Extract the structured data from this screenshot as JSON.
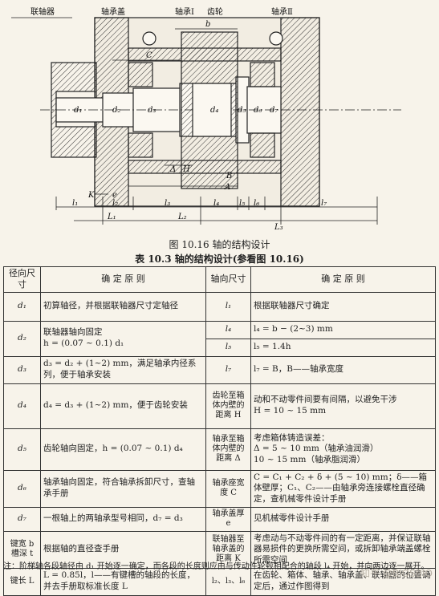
{
  "figure": {
    "labels": {
      "coupling": "联轴器",
      "bearing_cap": "轴承盖",
      "shaft1": "轴承Ⅰ",
      "gear": "齿轮",
      "shaft2": "轴承Ⅱ",
      "b": "b",
      "C": "C",
      "d1": "d₁",
      "d2": "d₂",
      "d3": "d₃",
      "d4": "d₄",
      "d5": "d₅",
      "d6": "d₆",
      "d7": "d₇",
      "Delta": "Δ",
      "H": "H",
      "B": "B",
      "A": "A",
      "K": "K",
      "e": "e",
      "l1": "l₁",
      "l2": "l₂",
      "l3": "l₃",
      "l4": "l₄",
      "l5": "l₅",
      "l6": "l₆",
      "l7": "l₇",
      "L1": "L₁",
      "L2": "L₂",
      "L3": "L₃"
    },
    "caption": "图 10.16   轴的结构设计"
  },
  "table": {
    "caption": "表 10.3   轴的结构设计(参看图 10.16)",
    "headers": [
      "径向尺寸",
      "确   定   原   则",
      "轴向尺寸",
      "确   定   原   则"
    ],
    "rows": [
      {
        "sym1": "d₁",
        "rule1": "初算轴径，并根据联轴器尺寸定轴径",
        "sym2": "l₁",
        "rule2": "根据联轴器尺寸确定"
      },
      {
        "sym1": "d₂",
        "rule1": "联轴器轴向固定\nh = (0.07 ~ 0.1) d₁",
        "sym2": "l₄",
        "rule2": "l₄ = b − (2~3) mm"
      },
      {
        "sym2": "l₅",
        "rule2": "l₅ = 1.4h"
      },
      {
        "sym1": "d₃",
        "rule1": "d₃ = d₂ + (1~2) mm，满足轴承内径系列，便于轴承安装",
        "sym2": "l₇",
        "rule2": "l₇ = B，B——轴承宽度"
      },
      {
        "sym1": "d₄",
        "rule1": "d₄ = d₃ + (1~2) mm，便于齿轮安装",
        "sym2": "齿轮至箱体内壁的距离 H",
        "rule2": "动和不动零件间要有间隔，以避免干涉\nH = 10 ~ 15 mm"
      },
      {
        "sym1": "d₅",
        "rule1": "齿轮轴向固定，h = (0.07 ~ 0.1) d₄",
        "sym2": "轴承至箱体内壁的距离 Δ",
        "rule2": "考虑箱体铸造误差：\nΔ = 5 ~ 10 mm（轴承油润滑）\n     10 ~ 15 mm（轴承脂润滑）"
      },
      {
        "sym1": "d₆",
        "rule1": "轴承轴向固定，符合轴承拆卸尺寸，查轴承手册",
        "sym2": "轴承座宽度 C",
        "rule2": "C = C₁ + C₂ + δ + (5 ~ 10) mm；δ——箱体壁厚；C₁、C₂——由轴承旁连接螺栓直径确定，查机械零件设计手册"
      },
      {
        "sym1": "d₇",
        "rule1": "一根轴上的两轴承型号相同，d₇ = d₃",
        "sym2": "轴承盖厚 e",
        "rule2": "见机械零件设计手册"
      },
      {
        "sym1": "键宽 b\n槽深 t",
        "rule1": "根据轴的直径查手册",
        "sym2": "联轴器至轴承盖的距离 K",
        "rule2": "考虑动与不动零件间的有一定距离，并保证联轴器易损件的更换所需空间，或拆卸轴承端盖螺栓所需空间"
      },
      {
        "sym1": "键长 L",
        "rule1": "L = 0.85l，l——有键槽的轴段的长度，并去手册取标准长度 L",
        "sym2": "l₂、l₃、l₆",
        "rule2": "在齿轮、箱体、轴承、轴承盖、联轴器的位置确定后，通过作图得到"
      }
    ]
  },
  "note": "注：阶梯轴各段轴径由 d₁ 开始逐一确定，而各段的长度则应由与传动件轮毂相配合的轴段 l₄ 开始，并向两边逐一展开。",
  "watermark": "知乎 @BIOSBIO"
}
